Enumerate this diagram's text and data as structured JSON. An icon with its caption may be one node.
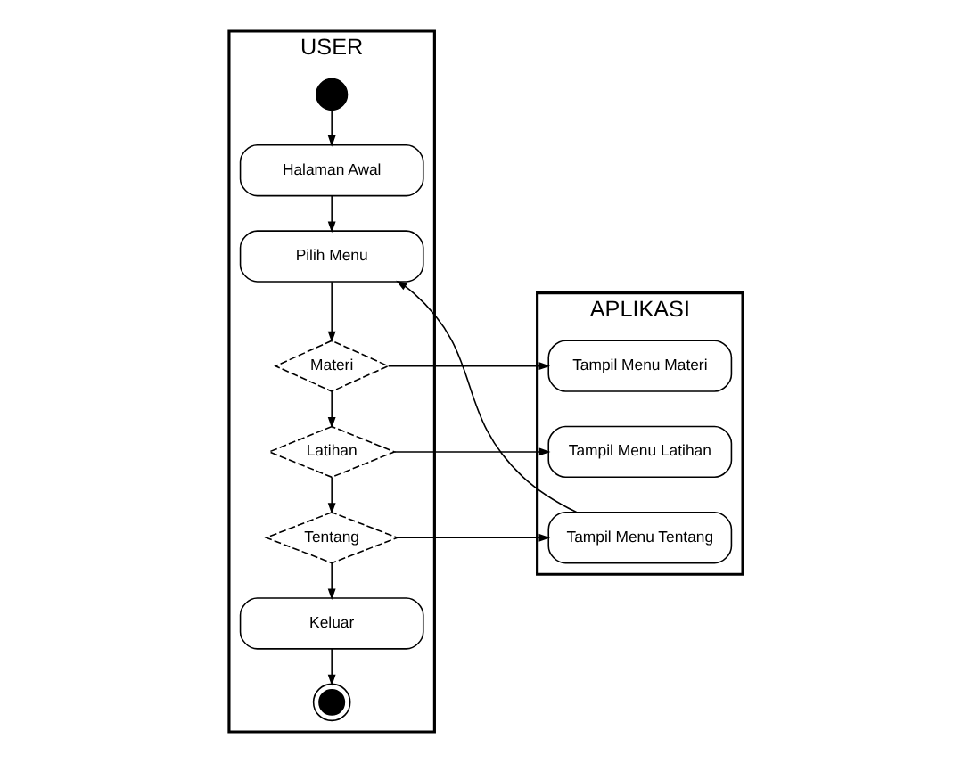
{
  "diagram": {
    "nodes": [
      {
        "text": [
          "USER"
        ]
      },
      {
        "text": [
          "APLIKASI"
        ]
      },
      {
        "text": [],
        "shape": "circle",
        "in": 0
      },
      {
        "text": [
          "Halaman Awal"
        ],
        "in": 0
      },
      {
        "text": [
          "Pilih Menu"
        ],
        "in": 0
      },
      {
        "text": [
          "Materi"
        ],
        "in": 0
      },
      {
        "text": [
          "Latihan"
        ],
        "in": 0
      },
      {
        "text": [
          "Tentang"
        ],
        "in": 0
      },
      {
        "text": [
          "Keluar"
        ],
        "in": 0
      },
      {
        "text": [],
        "shape": "circle",
        "in": 0
      },
      {
        "text": [
          "Tampil Menu Materi"
        ],
        "in": 1
      },
      {
        "text": [
          "Tampil Menu Latihan"
        ],
        "in": 1
      },
      {
        "text": [
          "Tampil Menu Tentang"
        ],
        "in": 1
      }
    ],
    "edges": [
      {
        "from": 2,
        "to": 3,
        "arrow": "to"
      },
      {
        "from": 3,
        "to": 4,
        "arrow": "to"
      },
      {
        "from": 4,
        "to": 5,
        "arrow": "to"
      },
      {
        "from": 5,
        "to": 10,
        "arrow": "to"
      },
      {
        "from": 5,
        "to": 6,
        "arrow": "to"
      },
      {
        "from": 6,
        "to": 11,
        "arrow": "to"
      },
      {
        "from": 6,
        "to": 7,
        "arrow": "to"
      },
      {
        "from": 7,
        "to": 12,
        "arrow": "to"
      },
      {
        "from": 7,
        "to": 8,
        "arrow": "to"
      },
      {
        "from": 8,
        "to": 9,
        "arrow": "to"
      },
      {
        "from": 12,
        "to": 4,
        "arrow": "to"
      }
    ]
  }
}
